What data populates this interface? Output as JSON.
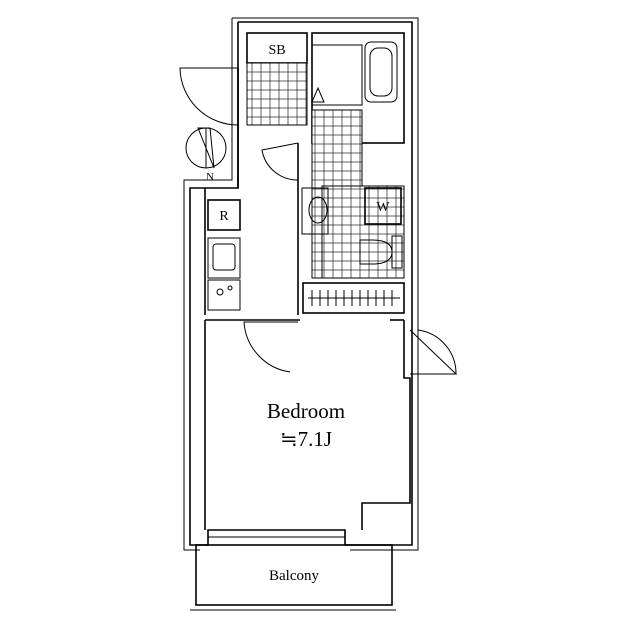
{
  "rooms": {
    "storage": "SB",
    "fridge": "R",
    "washer": "W",
    "bedroom_name": "Bedroom",
    "bedroom_size": "≒7.1J",
    "balcony": "Balcony"
  },
  "compass": {
    "label": "N"
  }
}
